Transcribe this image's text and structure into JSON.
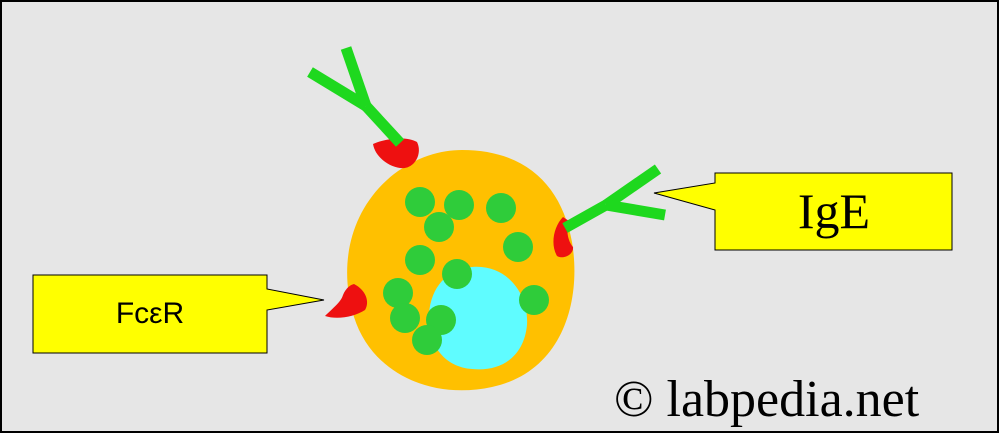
{
  "labels": {
    "receptor": "FcεR",
    "antibody": "IgE",
    "watermark": "© labpedia.net"
  },
  "colors": {
    "background": "#e6e6e6",
    "callout": "#ffff00",
    "cell_body": "#ffc000",
    "nucleus": "#5ffcff",
    "granule": "#2fcc3a",
    "receptor": "#ee1010",
    "antibody": "#1ed81e"
  }
}
